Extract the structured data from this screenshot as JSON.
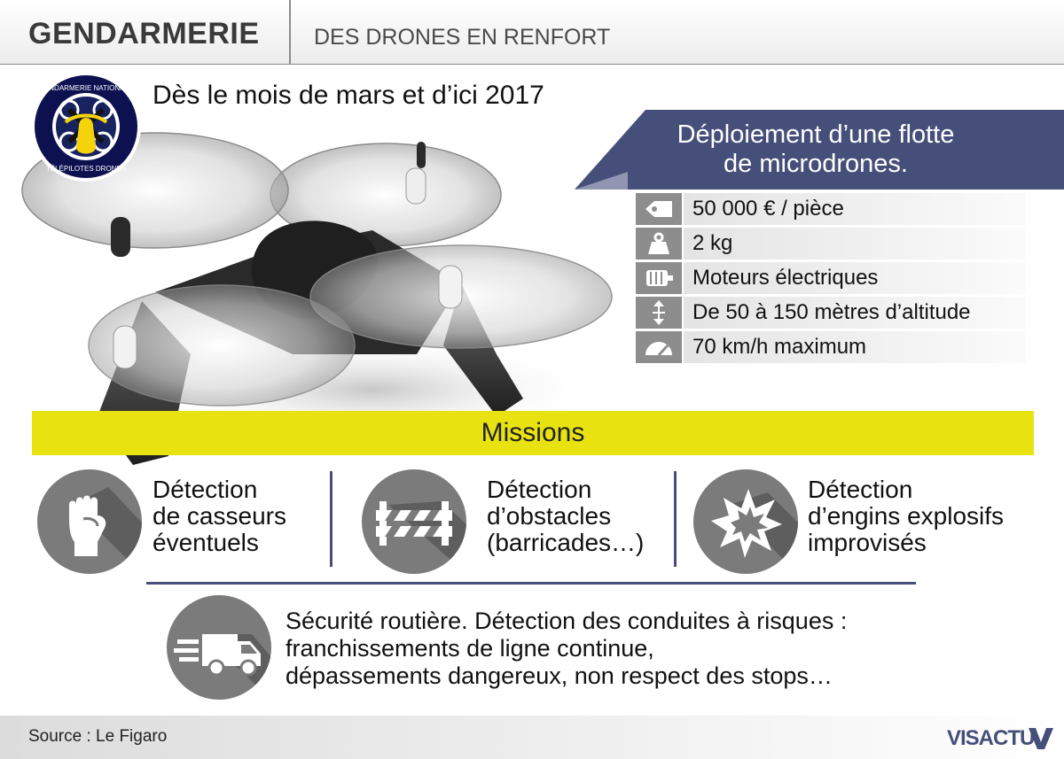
{
  "header": {
    "title": "GENDARMERIE",
    "subtitle": "DES DRONES EN RENFORT"
  },
  "intro": "Dès le mois de mars et d’ici 2017",
  "logo": {
    "top_text": "GENDARMERIE NATIONALE",
    "bottom_text": "TÉLÉPILOTES DRONES"
  },
  "deployment": {
    "title_line1": "Déploiement d’une flotte",
    "title_line2": "de microdrones."
  },
  "specs": [
    {
      "icon": "price-tag-icon",
      "text": "50 000 € / pièce"
    },
    {
      "icon": "weight-icon",
      "text": "2 kg"
    },
    {
      "icon": "electric-motor-icon",
      "text": "Moteurs électriques"
    },
    {
      "icon": "altitude-arrows-icon",
      "text": "De 50 à 150 mètres d’altitude"
    },
    {
      "icon": "speedometer-icon",
      "text": "70 km/h maximum"
    }
  ],
  "missions": {
    "label": "Missions",
    "items": [
      {
        "icon": "raised-fist-icon",
        "line1": "Détection",
        "line2": "de casseurs",
        "line3": "éventuels"
      },
      {
        "icon": "barricade-icon",
        "line1": "Détection",
        "line2": "d’obstacles",
        "line3": "(barricades…)"
      },
      {
        "icon": "explosion-icon",
        "line1": "Détection",
        "line2": "d’engins explosifs",
        "line3": "improvisés"
      }
    ]
  },
  "road_safety": {
    "icon": "speeding-truck-icon",
    "line1": "Sécurité routière. Détection des conduites à risques :",
    "line2": "franchissements de ligne continue,",
    "line3": "dépassements dangereux, non respect des stops…"
  },
  "footer": {
    "source": "Source : Le Figaro",
    "brand": "VISACTU"
  },
  "colors": {
    "navy": "#464f7a",
    "yellow": "#e8e310",
    "icon_grey": "#7b7b7b"
  }
}
